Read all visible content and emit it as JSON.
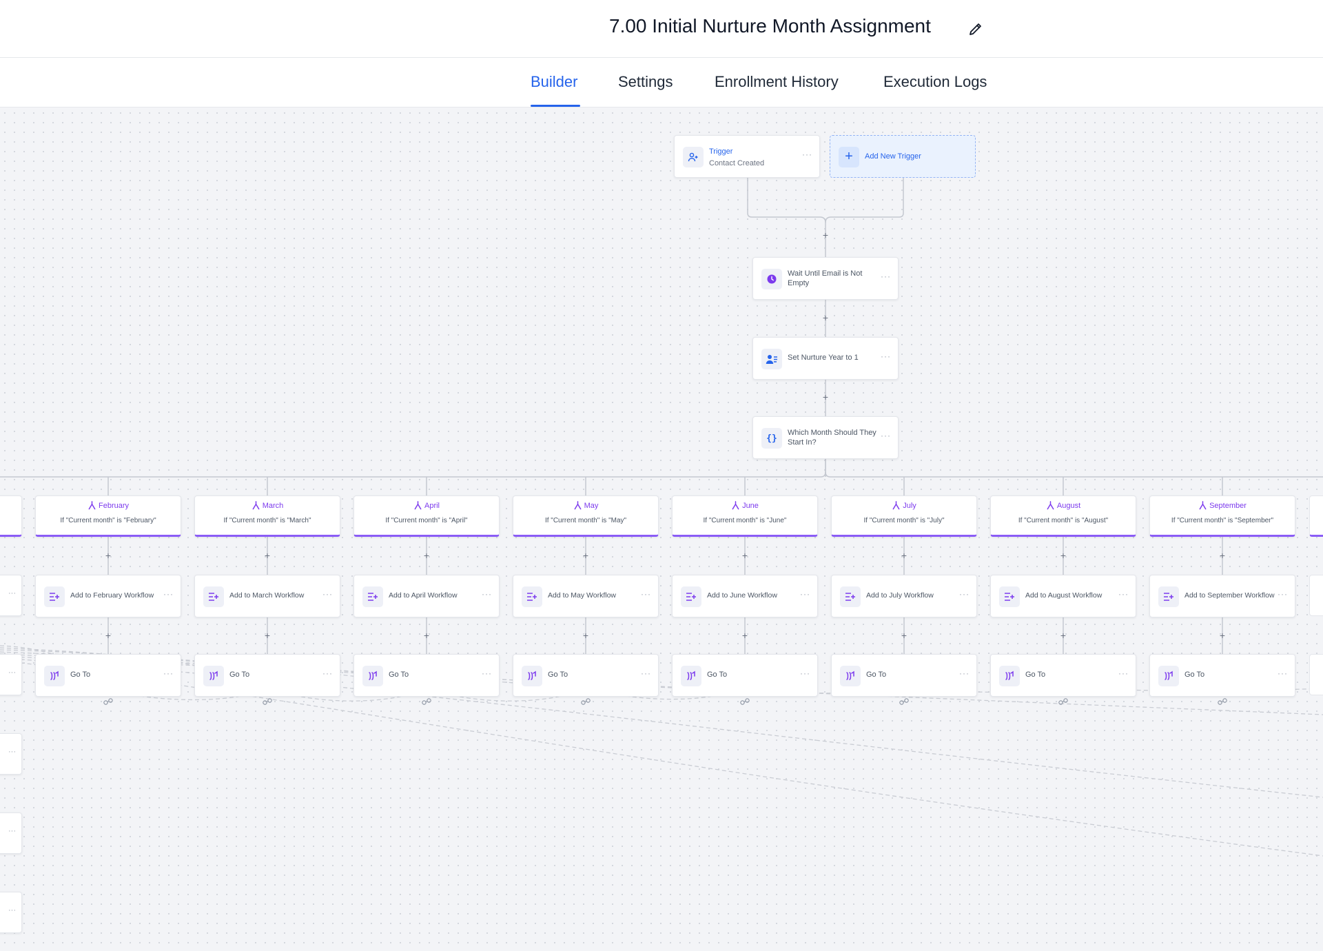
{
  "header": {
    "title": "7.00 Initial Nurture Month Assignment"
  },
  "tabs": [
    {
      "label": "Builder",
      "active": true
    },
    {
      "label": "Settings",
      "active": false
    },
    {
      "label": "Enrollment History",
      "active": false
    },
    {
      "label": "Execution Logs",
      "active": false
    }
  ],
  "trigger": {
    "title": "Trigger",
    "subtitle": "Contact Created"
  },
  "add_trigger_label": "Add New Trigger",
  "steps": [
    {
      "label": "Wait Until Email is Not Empty",
      "icon": "clock-icon"
    },
    {
      "label": "Set Nurture Year to 1",
      "icon": "contact-update-icon"
    },
    {
      "label": "Which Month Should They Start In?",
      "icon": "braces-icon"
    }
  ],
  "branches": [
    {
      "name": "February",
      "condition": "If \"Current month\" is \"February\"",
      "action": "Add to February Workflow",
      "goto": "Go To"
    },
    {
      "name": "March",
      "condition": "If \"Current month\" is \"March\"",
      "action": "Add to March Workflow",
      "goto": "Go To"
    },
    {
      "name": "April",
      "condition": "If \"Current month\" is \"April\"",
      "action": "Add to April Workflow",
      "goto": "Go To"
    },
    {
      "name": "May",
      "condition": "If \"Current month\" is \"May\"",
      "action": "Add to May Workflow",
      "goto": "Go To"
    },
    {
      "name": "June",
      "condition": "If \"Current month\" is \"June\"",
      "action": "Add to June Workflow",
      "goto": "Go To"
    },
    {
      "name": "July",
      "condition": "If \"Current month\" is \"July\"",
      "action": "Add to July Workflow",
      "goto": "Go To"
    },
    {
      "name": "August",
      "condition": "If \"Current month\" is \"August\"",
      "action": "Add to August Workflow",
      "goto": "Go To"
    },
    {
      "name": "September",
      "condition": "If \"Current month\" is \"September\"",
      "action": "Add to September Workflow",
      "goto": "Go To"
    }
  ],
  "more_glyph": "···",
  "plus_glyph": "+",
  "colors": {
    "accent": "#2563eb",
    "branch": "#8b5cf6",
    "canvas": "#f3f4f7"
  }
}
